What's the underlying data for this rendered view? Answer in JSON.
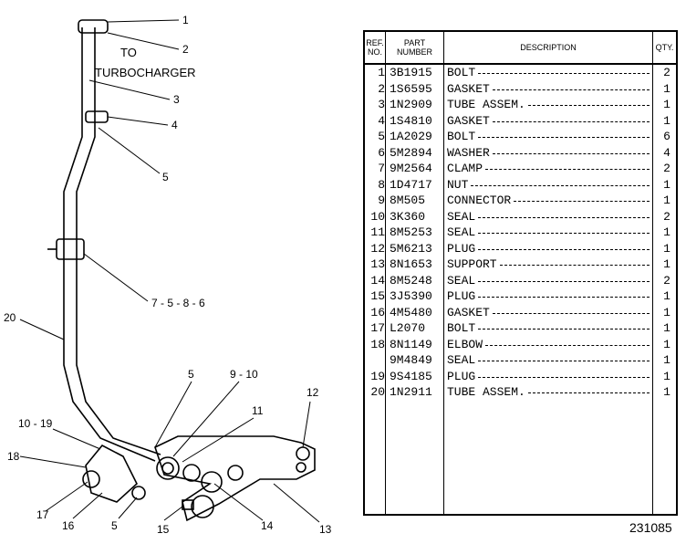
{
  "diagram": {
    "callouts": [
      "1",
      "2",
      "3",
      "4",
      "5",
      "7 - 5 - 8 - 6",
      "20",
      "5",
      "9 - 10",
      "11",
      "12",
      "10 - 19",
      "18",
      "17",
      "16",
      "5",
      "15",
      "14",
      "13"
    ],
    "label_to": "TO",
    "label_turbo": "TURBOCHARGER"
  },
  "table": {
    "headers": {
      "ref": "REF.\nNO.",
      "part": "PART\nNUMBER",
      "desc": "DESCRIPTION",
      "qty": "QTY."
    },
    "rows": [
      {
        "ref": "1",
        "part": "3B1915",
        "desc": "BOLT",
        "qty": "2"
      },
      {
        "ref": "2",
        "part": "1S6595",
        "desc": "GASKET",
        "qty": "1"
      },
      {
        "ref": "3",
        "part": "1N2909",
        "desc": "TUBE ASSEM.",
        "qty": "1"
      },
      {
        "ref": "4",
        "part": "1S4810",
        "desc": "GASKET",
        "qty": "1"
      },
      {
        "ref": "5",
        "part": "1A2029",
        "desc": "BOLT",
        "qty": "6"
      },
      {
        "ref": "6",
        "part": "5M2894",
        "desc": "WASHER",
        "qty": "4"
      },
      {
        "ref": "7",
        "part": "9M2564",
        "desc": "CLAMP",
        "qty": "2"
      },
      {
        "ref": "8",
        "part": "1D4717",
        "desc": "NUT",
        "qty": "1"
      },
      {
        "ref": "9",
        "part": "8M505",
        "desc": "CONNECTOR",
        "qty": "1"
      },
      {
        "ref": "10",
        "part": "3K360",
        "desc": "SEAL",
        "qty": "2"
      },
      {
        "ref": "11",
        "part": "8M5253",
        "desc": "SEAL",
        "qty": "1"
      },
      {
        "ref": "12",
        "part": "5M6213",
        "desc": "PLUG",
        "qty": "1"
      },
      {
        "ref": "13",
        "part": "8N1653",
        "desc": "SUPPORT",
        "qty": "1"
      },
      {
        "ref": "14",
        "part": "8M5248",
        "desc": "SEAL",
        "qty": "2"
      },
      {
        "ref": "15",
        "part": "3J5390",
        "desc": "PLUG",
        "qty": "1"
      },
      {
        "ref": "16",
        "part": "4M5480",
        "desc": "GASKET",
        "qty": "1"
      },
      {
        "ref": "17",
        "part": "L2070",
        "desc": "BOLT",
        "qty": "1"
      },
      {
        "ref": "18",
        "part": "8N1149",
        "desc": "ELBOW",
        "qty": "1"
      },
      {
        "ref": "",
        "part": "9M4849",
        "desc": "SEAL",
        "qty": "1"
      },
      {
        "ref": "19",
        "part": "9S4185",
        "desc": "PLUG",
        "qty": "1"
      },
      {
        "ref": "20",
        "part": "1N2911",
        "desc": "TUBE ASSEM.",
        "qty": "1"
      }
    ]
  },
  "drawing_number": "231085"
}
